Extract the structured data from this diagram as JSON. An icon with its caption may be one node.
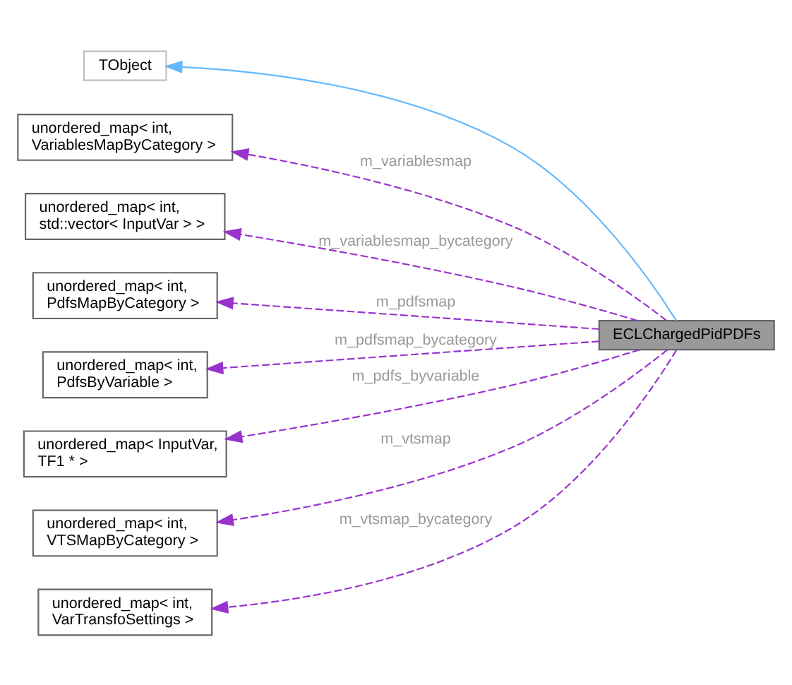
{
  "diagram": {
    "nodes": [
      {
        "text": [
          "TObject"
        ]
      },
      {
        "text": [
          "unordered_map< int, VariablesMapByCategory >"
        ]
      },
      {
        "text": [
          "unordered_map< int, std::vector< InputVar > >"
        ]
      },
      {
        "text": [
          "unordered_map< int, PdfsMapByCategory >"
        ]
      },
      {
        "text": [
          "ECLChargedPidPDFs"
        ]
      },
      {
        "text": [
          "unordered_map< int, PdfsByVariable >"
        ]
      },
      {
        "text": [
          "unordered_map< InputVar, TF1 * >"
        ]
      },
      {
        "text": [
          "unordered_map< int, VTSMapByCategory >"
        ]
      },
      {
        "text": [
          "unordered_map< int, VarTransfoSettings >"
        ]
      }
    ],
    "edges": [
      {
        "from": 4,
        "to": 0,
        "arrow": "to",
        "color": "#63b8ff"
      },
      {
        "from": 4,
        "to": 1,
        "arrow": "to",
        "style": "dashed",
        "label": "m_variablesmap"
      },
      {
        "from": 4,
        "to": 2,
        "arrow": "to",
        "style": "dashed",
        "label": "m_variablesmap_bycategory"
      },
      {
        "from": 4,
        "to": 3,
        "arrow": "to",
        "style": "dashed",
        "label": "m_pdfsmap"
      },
      {
        "from": 4,
        "to": 5,
        "arrow": "to",
        "style": "dashed",
        "label": "m_pdfsmap_bycategory"
      },
      {
        "from": 4,
        "to": 6,
        "arrow": "to",
        "style": "dashed",
        "label": "m_pdfs_byvariable"
      },
      {
        "from": 4,
        "to": 7,
        "arrow": "to",
        "style": "dashed",
        "label": "m_vtsmap"
      },
      {
        "from": 4,
        "to": 8,
        "arrow": "to",
        "style": "dashed",
        "label": "m_vtsmap_bycategory"
      }
    ]
  }
}
